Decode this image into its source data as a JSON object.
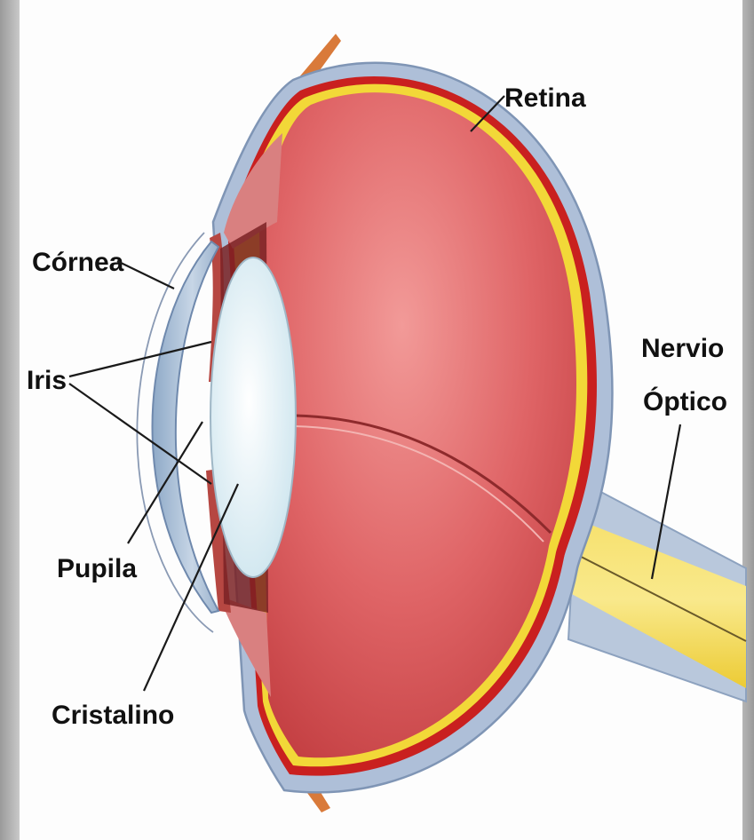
{
  "labels": {
    "retina": "Retina",
    "cornea": "Córnea",
    "iris": "Iris",
    "pupila": "Pupila",
    "cristalino": "Cristalino",
    "nervio_line1": "Nervio",
    "nervio_line2": "Óptico"
  },
  "colors": {
    "background_frame": "#c9c9c9",
    "panel": "#fdfdfd",
    "sclera": "#aebfd8",
    "choroid": "#c9201f",
    "retina_layer": "#f2d838",
    "vitreous": "#d9585a",
    "lens": "#e6f2f6",
    "cornea": "#a9bfd6",
    "iris": "#b64742",
    "optic_nerve": "#f3d74a"
  }
}
